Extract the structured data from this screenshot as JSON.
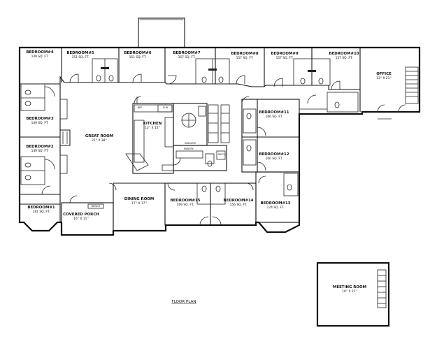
{
  "plan": {
    "title": "FLOOR PLAN",
    "rooms": [
      {
        "id": "bedroom-4",
        "name": "BEDROOM#4",
        "size": "149 SQ. FT."
      },
      {
        "id": "bedroom-5",
        "name": "BEDROOM#5",
        "size": "151 SQ. FT."
      },
      {
        "id": "bedroom-6",
        "name": "BEDROOM#6",
        "size": "151 SQ. FT."
      },
      {
        "id": "bedroom-7",
        "name": "BEDROOM#7",
        "size": "157 SQ. FT."
      },
      {
        "id": "bedroom-8",
        "name": "BEDROOM#8",
        "size": "157 SQ. FT."
      },
      {
        "id": "bedroom-9",
        "name": "BEDROOM#9",
        "size": "157 SQ. FT."
      },
      {
        "id": "bedroom-10",
        "name": "BEDROOM#10",
        "size": "157 SQ. FT."
      },
      {
        "id": "office",
        "name": "OFFICE",
        "size": "13'' X 21''"
      },
      {
        "id": "bedroom-3",
        "name": "BEDROOM#3",
        "size": "149 SQ. FT."
      },
      {
        "id": "great-room",
        "name": "GREAT ROOM",
        "size": "21'' X 38''"
      },
      {
        "id": "kitchen",
        "name": "KITCHEN",
        "size": "13'' X 15''"
      },
      {
        "id": "bedroom-11",
        "name": "BEDROOM#11",
        "size": "166 SQ. FT."
      },
      {
        "id": "bedroom-2",
        "name": "BEDROOM#2",
        "size": "149 SQ. FT."
      },
      {
        "id": "bedroom-12",
        "name": "BEDROOM#12",
        "size": "160 SQ. FT."
      },
      {
        "id": "bedroom-13",
        "name": "BEDROOM#13",
        "size": "174 SQ. FT."
      },
      {
        "id": "dining-room",
        "name": "DINING ROOM",
        "size": "17'' X 17''"
      },
      {
        "id": "bedroom-15",
        "name": "BEDROOM#15",
        "size": "169 SQ. FT."
      },
      {
        "id": "bedroom-14",
        "name": "BEDROOM#14",
        "size": "156 SQ. FT."
      },
      {
        "id": "bedroom-1",
        "name": "BEDROOM#1",
        "size": "181 SQ. FT."
      },
      {
        "id": "covered-porch",
        "name": "COVERED PORCH",
        "size": "16'' X 11''"
      },
      {
        "id": "meeting-room",
        "name": "MEETING ROOM",
        "size": "19'' X 21''"
      }
    ],
    "small_labels": {
      "pantry": "PANTRY",
      "shelves": "SHELVES",
      "mech": "MECH.",
      "bench": "BENCH",
      "ref": "REF",
      "dw": "D.W."
    }
  }
}
